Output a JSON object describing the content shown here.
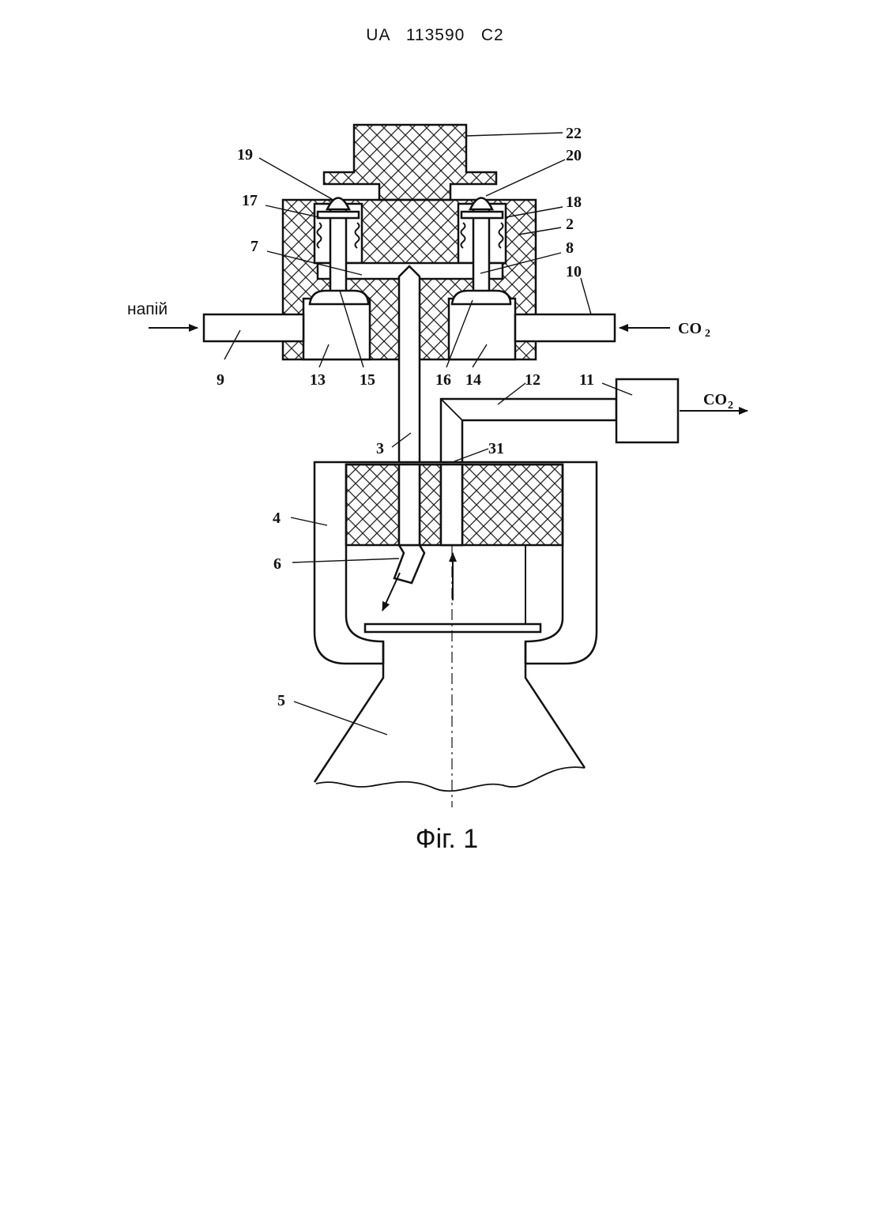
{
  "header": {
    "document_number": "UA   113590   C2"
  },
  "figure": {
    "caption": "Фіг. 1",
    "inlet_label": "напій",
    "gas_in_label": "CO",
    "gas_in_sub": "2",
    "gas_out_label": "CO",
    "gas_out_sub": "2",
    "part_labels": {
      "p22": "22",
      "p19": "19",
      "p20": "20",
      "p17": "17",
      "p18": "18",
      "p2": "2",
      "p7": "7",
      "p8": "8",
      "p10": "10",
      "p9": "9",
      "p13": "13",
      "p15": "15",
      "p16": "16",
      "p14": "14",
      "p12": "12",
      "p11": "11",
      "p3": "3",
      "p31": "31",
      "p4": "4",
      "p6": "6",
      "p5": "5"
    }
  }
}
